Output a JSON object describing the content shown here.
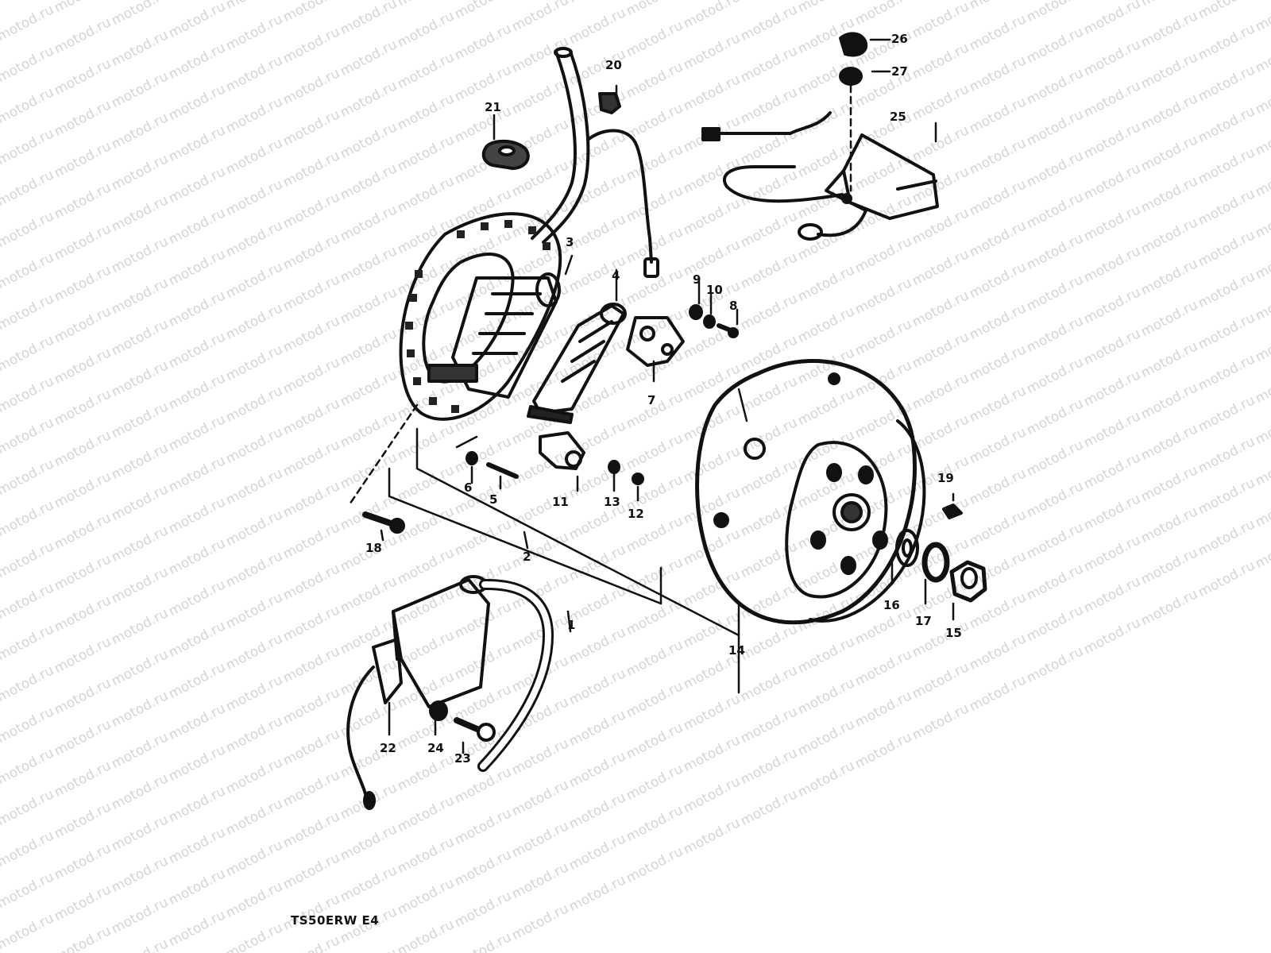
{
  "diagram": {
    "watermark": "motod.ru",
    "footer_code": "TS50ERW E4",
    "callouts": [
      "1",
      "2",
      "3",
      "4",
      "5",
      "6",
      "7",
      "8",
      "9",
      "10",
      "11",
      "12",
      "13",
      "14",
      "15",
      "16",
      "17",
      "18",
      "19",
      "20",
      "21",
      "22",
      "23",
      "24",
      "25",
      "26",
      "27"
    ]
  }
}
